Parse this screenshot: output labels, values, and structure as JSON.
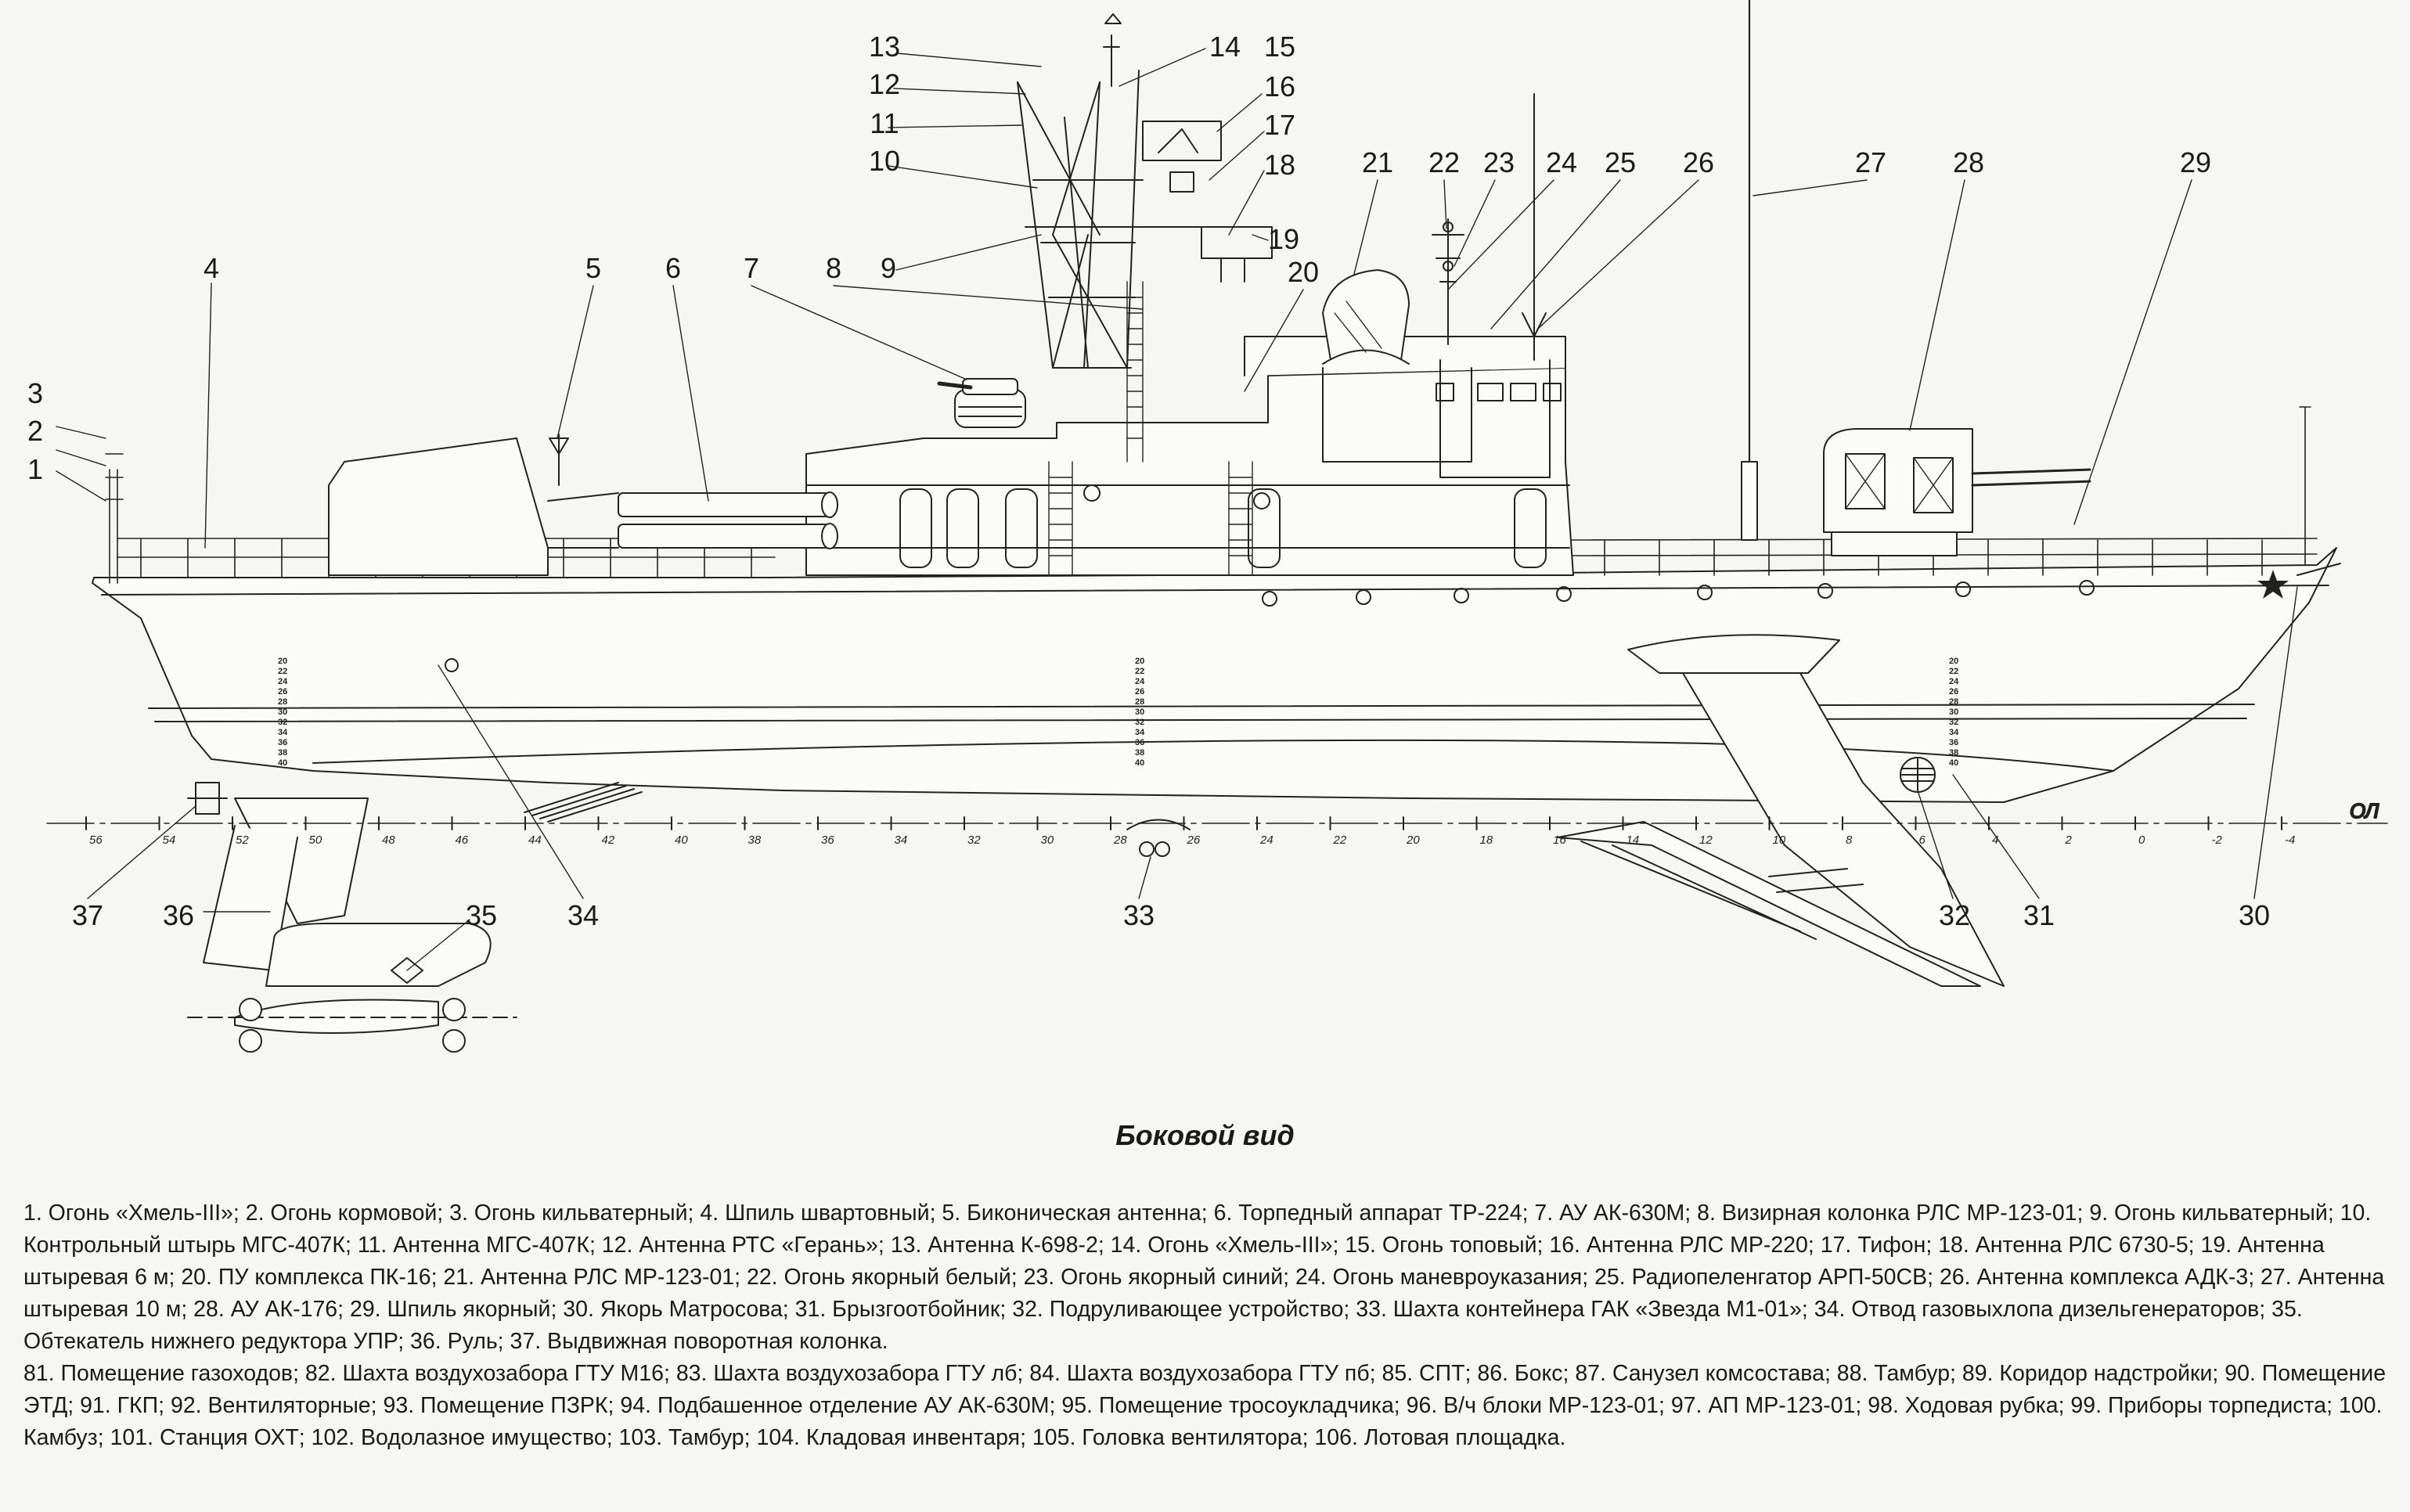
{
  "caption": "Боковой вид",
  "waterline_label": "ОЛ",
  "ruler_labels": [
    "56",
    "54",
    "52",
    "50",
    "48",
    "46",
    "44",
    "42",
    "40",
    "38",
    "36",
    "34",
    "32",
    "30",
    "28",
    "26",
    "24",
    "22",
    "20",
    "18",
    "16",
    "14",
    "12",
    "10",
    "8",
    "6",
    "4",
    "2",
    "0",
    "-2",
    "-4"
  ],
  "draft_marks": [
    "20",
    "22",
    "24",
    "26",
    "28",
    "30",
    "32",
    "34",
    "36",
    "38",
    "40"
  ],
  "callouts": [
    "1",
    "2",
    "3",
    "4",
    "5",
    "6",
    "7",
    "8",
    "9",
    "10",
    "11",
    "12",
    "13",
    "14",
    "15",
    "16",
    "17",
    "18",
    "19",
    "20",
    "21",
    "22",
    "23",
    "24",
    "25",
    "26",
    "27",
    "28",
    "29",
    "30",
    "31",
    "32",
    "33",
    "34",
    "35",
    "36",
    "37"
  ],
  "legend": {
    "para1": "1. Огонь «Хмель-III»; 2. Огонь кормовой; 3. Огонь кильватерный; 4. Шпиль швартовный; 5. Биконическая антенна; 6. Торпедный аппарат ТР-224; 7. АУ АК-630М; 8. Визирная колонка РЛС МР-123-01; 9. Огонь кильватерный; 10. Контрольный штырь МГС-407К; 11. Антенна МГС-407К; 12. Антенна РТС «Герань»; 13. Антенна К-698-2; 14. Огонь «Хмель-III»; 15. Огонь топовый; 16. Антенна РЛС МР-220; 17. Тифон; 18. Антенна РЛС 6730-5; 19. Антенна штыревая 6 м; 20. ПУ комплекса ПК-16; 21. Антенна РЛС МР-123-01; 22. Огонь якорный белый; 23. Огонь якорный синий; 24. Огонь маневроуказания; 25. Радиопеленгатор АРП-50СВ; 26. Антенна комплекса АДК-3; 27. Антенна штыревая 10 м; 28. АУ АК-176; 29. Шпиль якорный; 30. Якорь Матросова; 31. Брызгоотбойник; 32. Подруливающее устройство; 33. Шахта контейнера ГАК «Звезда М1-01»; 34. Отвод газовыхлопа дизельгенераторов; 35. Обтекатель нижнего редуктора УПР; 36. Руль; 37. Выдвижная поворотная колонка.",
    "para2": "81. Помещение газоходов; 82. Шахта воздухозабора ГТУ М16; 83. Шахта воздухозабора ГТУ лб; 84. Шахта воздухозабора ГТУ пб; 85. СПТ; 86. Бокс; 87. Санузел комсостава; 88. Тамбур; 89. Коридор надстройки; 90. Помещение ЭТД; 91. ГКП; 92. Вентиляторные; 93. Помещение ПЗРК; 94. Подбашенное отделение АУ АК-630М; 95. Помещение тросоукладчика; 96. В/ч блоки МР-123-01; 97. АП МР-123-01; 98. Ходовая рубка; 99. Приборы торпедиста; 100. Камбуз; 101. Станция ОХТ; 102. Водолазное имущество; 103. Тамбур; 104. Кладовая инвентаря; 105. Головка вентилятора; 106. Лотовая площадка."
  }
}
